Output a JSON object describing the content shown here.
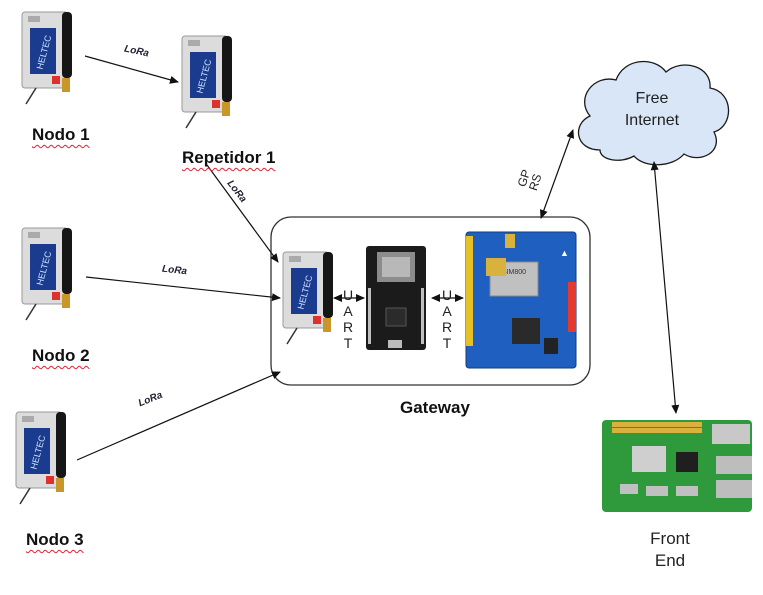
{
  "nodes": {
    "nodo1": "Nodo 1",
    "repetidor1": "Repetidor 1",
    "nodo2": "Nodo 2",
    "nodo3": "Nodo 3"
  },
  "gateway": {
    "label": "Gateway",
    "uart1": [
      "U",
      "A",
      "R",
      "T"
    ],
    "uart2": [
      "U",
      "A",
      "R",
      "T"
    ]
  },
  "links": {
    "lora": "LoRa",
    "gprs": [
      "GP",
      "RS"
    ]
  },
  "cloud": {
    "line1": "Free",
    "line2": "Internet"
  },
  "frontend": {
    "line1": "Front",
    "line2": "End"
  },
  "colors": {
    "board": "#d8d8d8",
    "screen": "#1a3a8c",
    "antenna": "#1a1a1a",
    "cloud": "#d8e6f7",
    "sim_shield": "#1f5fbf",
    "rpi": "#2e9a3c"
  }
}
